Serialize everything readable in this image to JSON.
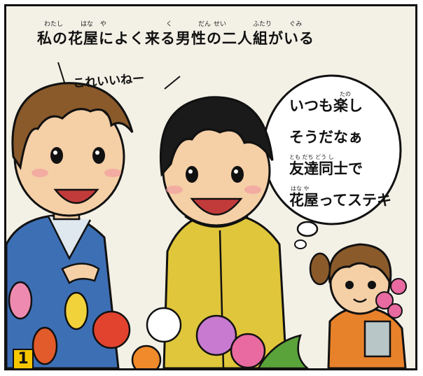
{
  "caption": {
    "text": "私の花屋によく来る男性の二人組がいる",
    "ruby": [
      "わたし",
      "はな",
      "や",
      "く",
      "だん",
      "せい",
      "ふたり",
      "ぐみ"
    ]
  },
  "chatter": "これいいねー",
  "bubble": {
    "lines": [
      {
        "text": "いつも楽し",
        "ruby": "たの"
      },
      {
        "text": "そうだなぁ",
        "ruby": ""
      },
      {
        "text": "友達同士で",
        "ruby": "とも だち どう し"
      },
      {
        "text": "花屋ってステキ",
        "ruby": "はな や"
      }
    ]
  },
  "panel_number": "1",
  "colors": {
    "background": "#f3f1e6",
    "badge": "#f6c700",
    "jacket_blue": "#3d6fb5",
    "jacket_yellow": "#e0c63a",
    "apron_orange": "#e8822a",
    "hair_brown": "#8a5a2b",
    "hair_black": "#1a1a1a"
  }
}
